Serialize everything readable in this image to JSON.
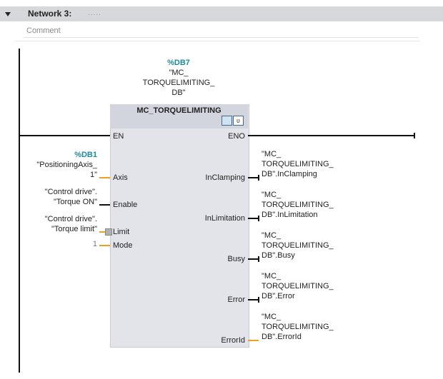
{
  "network": {
    "title": "Network 3:",
    "title_dots": ".....",
    "comment_placeholder": "Comment"
  },
  "instance": {
    "db": "%DB7",
    "name_lines": [
      "\"MC_",
      "TORQUELIMITING_",
      "DB\""
    ]
  },
  "block": {
    "title": "MC_TORQUELIMITING",
    "en": "EN",
    "eno": "ENO",
    "inputs": [
      "Axis",
      "Enable",
      "Limit",
      "Mode"
    ],
    "outputs": [
      "InClamping",
      "InLimitation",
      "Busy",
      "Error",
      "ErrorId"
    ]
  },
  "params_in": {
    "axis_db": "%DB1",
    "axis_lines": [
      "\"PositioningAxis_",
      "1\""
    ],
    "enable_lines": [
      "\"Control drive\".",
      "\"Torque ON\""
    ],
    "limit_lines": [
      "\"Control drive\".",
      "\"Torque limit\""
    ],
    "mode_value": "1"
  },
  "params_out": {
    "inclamping": [
      "\"MC_",
      "TORQUELIMITING_",
      "DB\".InClamping"
    ],
    "inlimitation": [
      "\"MC_",
      "TORQUELIMITING_",
      "DB\".InLimitation"
    ],
    "busy": [
      "\"MC_",
      "TORQUELIMITING_",
      "DB\".Busy"
    ],
    "error": [
      "\"MC_",
      "TORQUELIMITING_",
      "DB\".Error"
    ],
    "errorid": [
      "\"MC_",
      "TORQUELIMITING_",
      "DB\".ErrorId"
    ]
  },
  "colors": {
    "accent": "#1f8a99",
    "orange_wire": "#f0a020",
    "header_bg": "#d6d8dc",
    "block_bg": "#e3e4ea"
  },
  "icons": [
    "collapse-triangle-icon",
    "block-instance-icon",
    "block-variant-icon"
  ]
}
